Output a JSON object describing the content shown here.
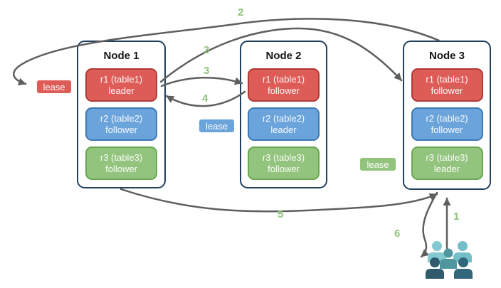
{
  "diagram": {
    "nodes": [
      {
        "title": "Node 1",
        "replicas": [
          {
            "range": "r1 (table1)",
            "role": "leader",
            "color_key": "red"
          },
          {
            "range": "r2 (table2)",
            "role": "follower",
            "color_key": "blue"
          },
          {
            "range": "r3 (table3)",
            "role": "follower",
            "color_key": "green"
          }
        ]
      },
      {
        "title": "Node 2",
        "replicas": [
          {
            "range": "r1 (table1)",
            "role": "follower",
            "color_key": "red"
          },
          {
            "range": "r2 (table2)",
            "role": "leader",
            "color_key": "blue"
          },
          {
            "range": "r3 (table3)",
            "role": "follower",
            "color_key": "green"
          }
        ]
      },
      {
        "title": "Node 3",
        "replicas": [
          {
            "range": "r1 (table1)",
            "role": "follower",
            "color_key": "red"
          },
          {
            "range": "r2 (table2)",
            "role": "follower",
            "color_key": "blue"
          },
          {
            "range": "r3 (table3)",
            "role": "leader",
            "color_key": "green"
          }
        ]
      }
    ],
    "leases": [
      {
        "label": "lease",
        "color_key": "red"
      },
      {
        "label": "lease",
        "color_key": "blue"
      },
      {
        "label": "lease",
        "color_key": "green"
      }
    ],
    "steps": {
      "s1": "1",
      "s2": "2",
      "s3a": "3",
      "s3b": "3",
      "s4": "4",
      "s5": "5",
      "s6": "6"
    },
    "colors": {
      "red_fill": "#dd5c58",
      "red_border": "#b03a37",
      "blue_fill": "#6ba4db",
      "blue_border": "#3d79b5",
      "green_fill": "#93c47d",
      "green_border": "#68a850",
      "node_border": "#20405e",
      "arrow": "#5e5e5e",
      "step_label": "#8fc379",
      "users_teal_light": "#82c9d0",
      "users_teal_mid": "#4f96a1",
      "users_teal_dark": "#2e5a6c"
    },
    "icons": {
      "bottom_right": "users-group-icon"
    }
  }
}
